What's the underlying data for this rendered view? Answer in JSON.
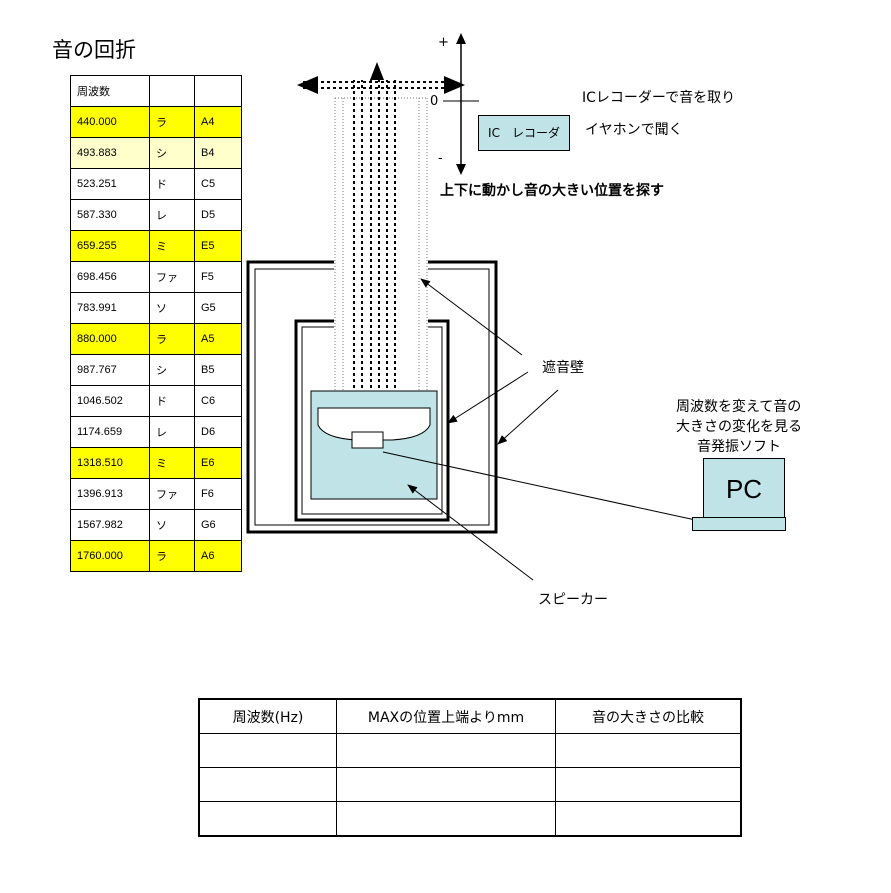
{
  "title": "音の回折",
  "frequency_table": {
    "header": [
      "周波数",
      "",
      ""
    ],
    "rows": [
      {
        "freq": "440.000",
        "kana": "ラ",
        "note": "A4",
        "highlight": "yellow"
      },
      {
        "freq": "493.883",
        "kana": "シ",
        "note": "B4",
        "highlight": "light-yellow"
      },
      {
        "freq": "523.251",
        "kana": "ド",
        "note": "C5",
        "highlight": "none"
      },
      {
        "freq": "587.330",
        "kana": "レ",
        "note": "D5",
        "highlight": "none"
      },
      {
        "freq": "659.255",
        "kana": "ミ",
        "note": "E5",
        "highlight": "yellow"
      },
      {
        "freq": "698.456",
        "kana": "ファ",
        "note": "F5",
        "highlight": "none"
      },
      {
        "freq": "783.991",
        "kana": "ソ",
        "note": "G5",
        "highlight": "none"
      },
      {
        "freq": "880.000",
        "kana": "ラ",
        "note": "A5",
        "highlight": "yellow"
      },
      {
        "freq": "987.767",
        "kana": "シ",
        "note": "B5",
        "highlight": "none"
      },
      {
        "freq": "1046.502",
        "kana": "ド",
        "note": "C6",
        "highlight": "none"
      },
      {
        "freq": "1174.659",
        "kana": "レ",
        "note": "D6",
        "highlight": "none"
      },
      {
        "freq": "1318.510",
        "kana": "ミ",
        "note": "E6",
        "highlight": "yellow"
      },
      {
        "freq": "1396.913",
        "kana": "ファ",
        "note": "F6",
        "highlight": "none"
      },
      {
        "freq": "1567.982",
        "kana": "ソ",
        "note": "G6",
        "highlight": "none"
      },
      {
        "freq": "1760.000",
        "kana": "ラ",
        "note": "A6",
        "highlight": "yellow"
      }
    ]
  },
  "diagram": {
    "axis_plus": "+",
    "axis_zero": "0",
    "axis_minus": "-",
    "recorder_label": "IC　レコーダ",
    "recorder_note_line1": "ICレコーダーで音を取り",
    "recorder_note_line2": "イヤホンで聞く",
    "instruction": "上下に動かし音の大きい位置を探す",
    "wall_label": "遮音壁",
    "pc_note_line1": "周波数を変えて音の",
    "pc_note_line2": "大きさの変化を見る",
    "pc_note_line3": "音発振ソフト",
    "pc_label": "PC",
    "speaker_label": "スピーカー"
  },
  "results_table": {
    "headers": [
      "周波数(Hz)",
      "MAXの位置上端よりmm",
      "音の大きさの比較"
    ],
    "rows": [
      [
        "",
        "",
        ""
      ],
      [
        "",
        "",
        ""
      ],
      [
        "",
        "",
        ""
      ]
    ]
  },
  "colors": {
    "highlight_yellow": "#ffff00",
    "highlight_light_yellow": "#ffffcc",
    "device_fill": "#bfe3e6"
  }
}
